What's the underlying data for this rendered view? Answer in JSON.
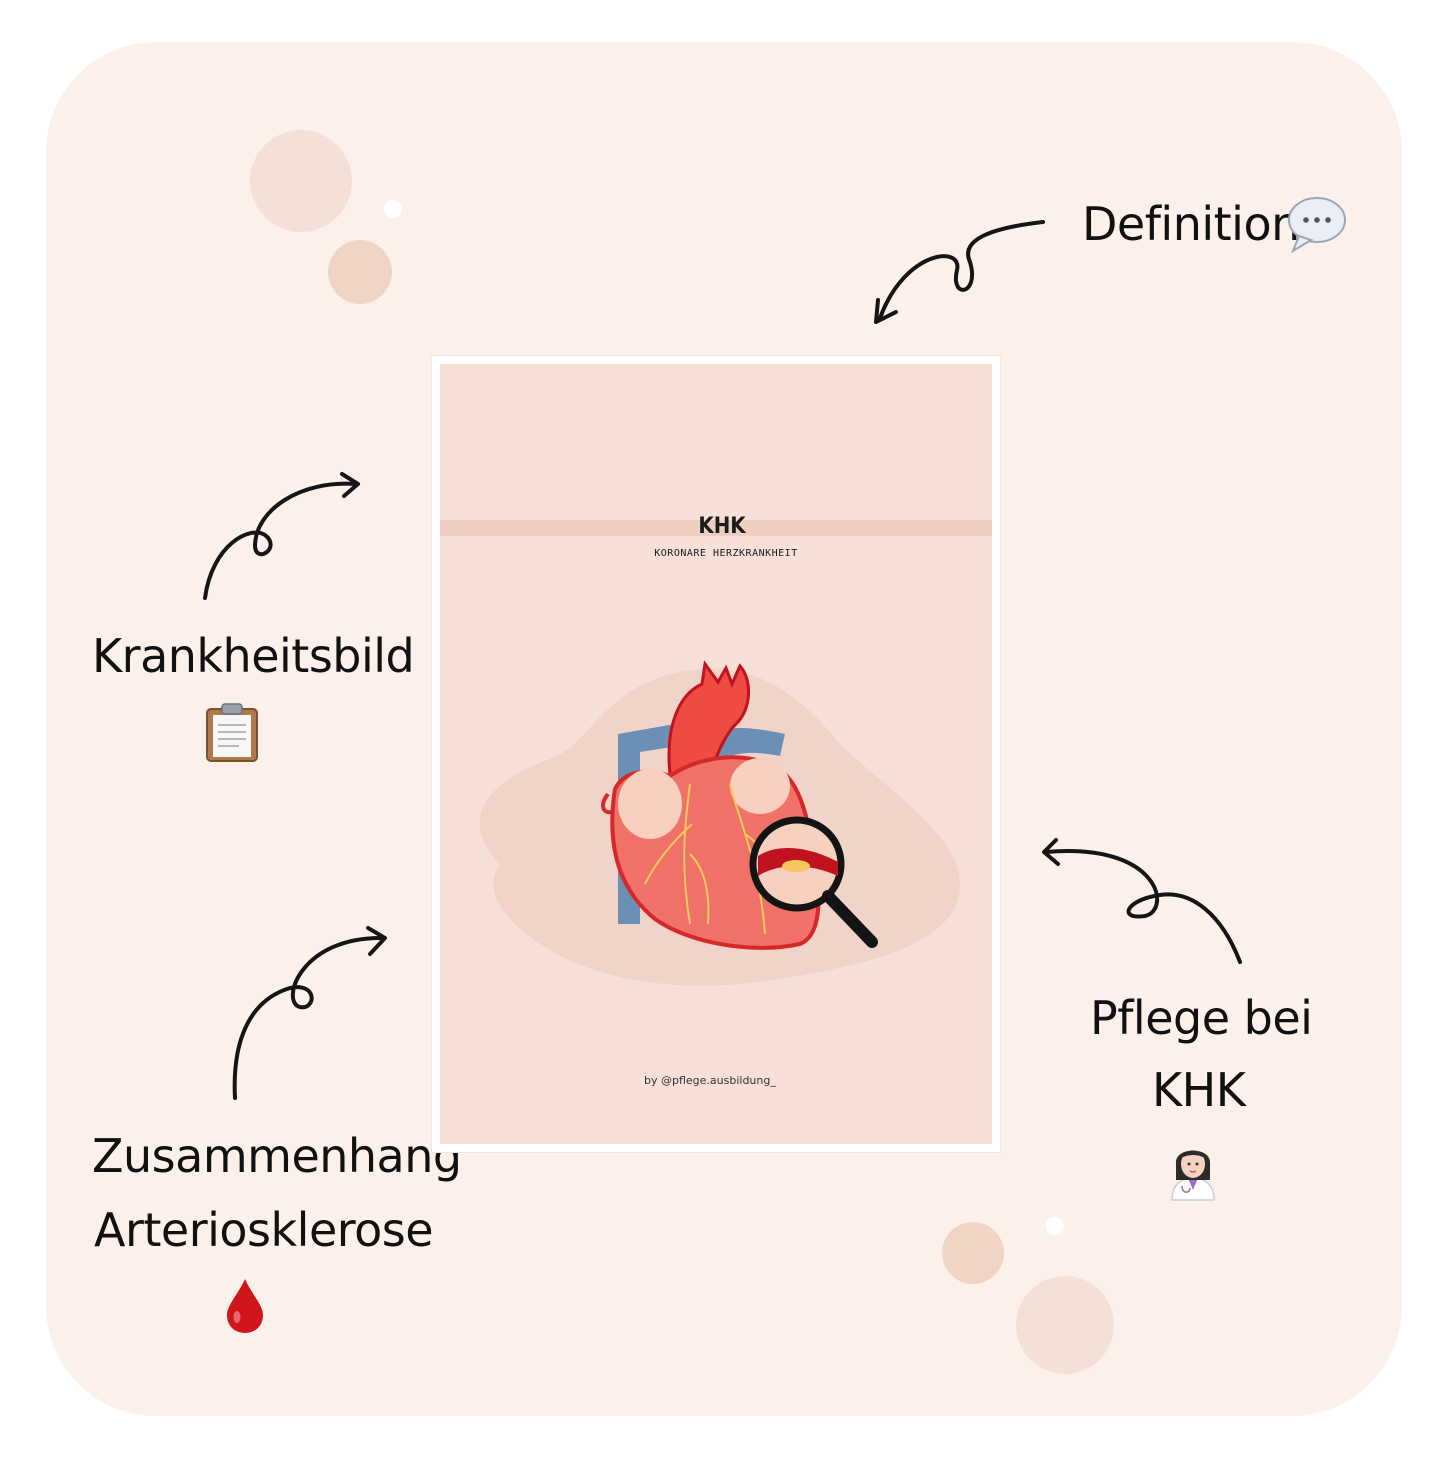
{
  "labels": {
    "definition": "Definition",
    "krankheitsbild": "Krankheitsbild",
    "zusammenhang_line1": "Zusammenhang",
    "zusammenhang_line2": "Arteriosklerose",
    "pflege_line1": "Pflege bei",
    "pflege_line2": "KHK"
  },
  "icons": {
    "definition": "speech-bubble-icon",
    "krankheitsbild": "clipboard-icon",
    "zusammenhang": "blood-drop-icon",
    "pflege": "health-worker-icon"
  },
  "cover": {
    "title": "KHK",
    "subtitle": "KORONARE HERZKRANKHEIT",
    "credit": "by @pflege.ausbildung_"
  },
  "colors": {
    "background": "#fcf0eb",
    "cover": "#f6e0d8",
    "heart": "#f07167",
    "heart_outline": "#d62828",
    "vein": "#6b8fb5",
    "accent_dot": "#f0d4c6"
  }
}
